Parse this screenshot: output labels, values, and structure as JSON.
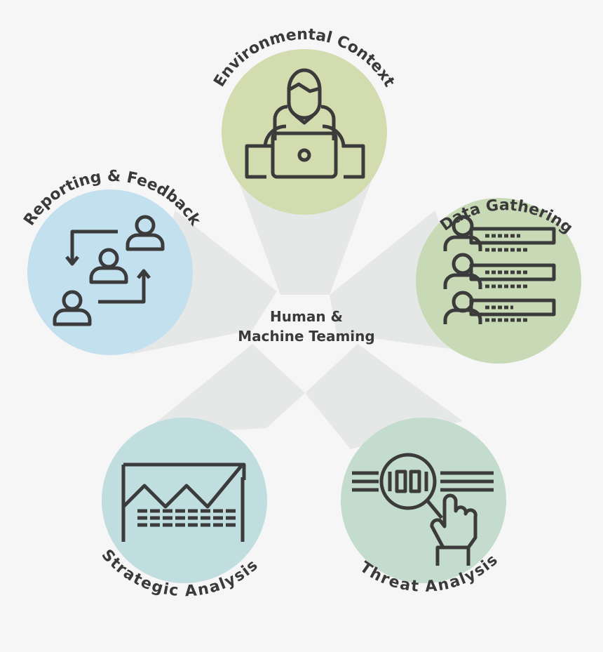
{
  "center": {
    "line1": "Human &",
    "line2": "Machine Teaming"
  },
  "nodes": [
    {
      "label": "Environmental Context",
      "icon": "person-at-laptop-icon",
      "color": "#d3dcae"
    },
    {
      "label": "Reporting & Feedback",
      "icon": "people-feedback-loop-icon",
      "color": "#c3e0ef"
    },
    {
      "label": "Data Gathering",
      "icon": "people-list-icon",
      "color": "#c8d9b6"
    },
    {
      "label": "Strategic Analysis",
      "icon": "trend-chart-icon",
      "color": "#c0dde0"
    },
    {
      "label": "Threat  Analysis",
      "icon": "magnifier-binary-icon",
      "color": "#c4dccd"
    }
  ],
  "colors": {
    "background": "#f6f6f6",
    "beam": "#e6e8e8",
    "stroke": "#3b3b3b"
  }
}
